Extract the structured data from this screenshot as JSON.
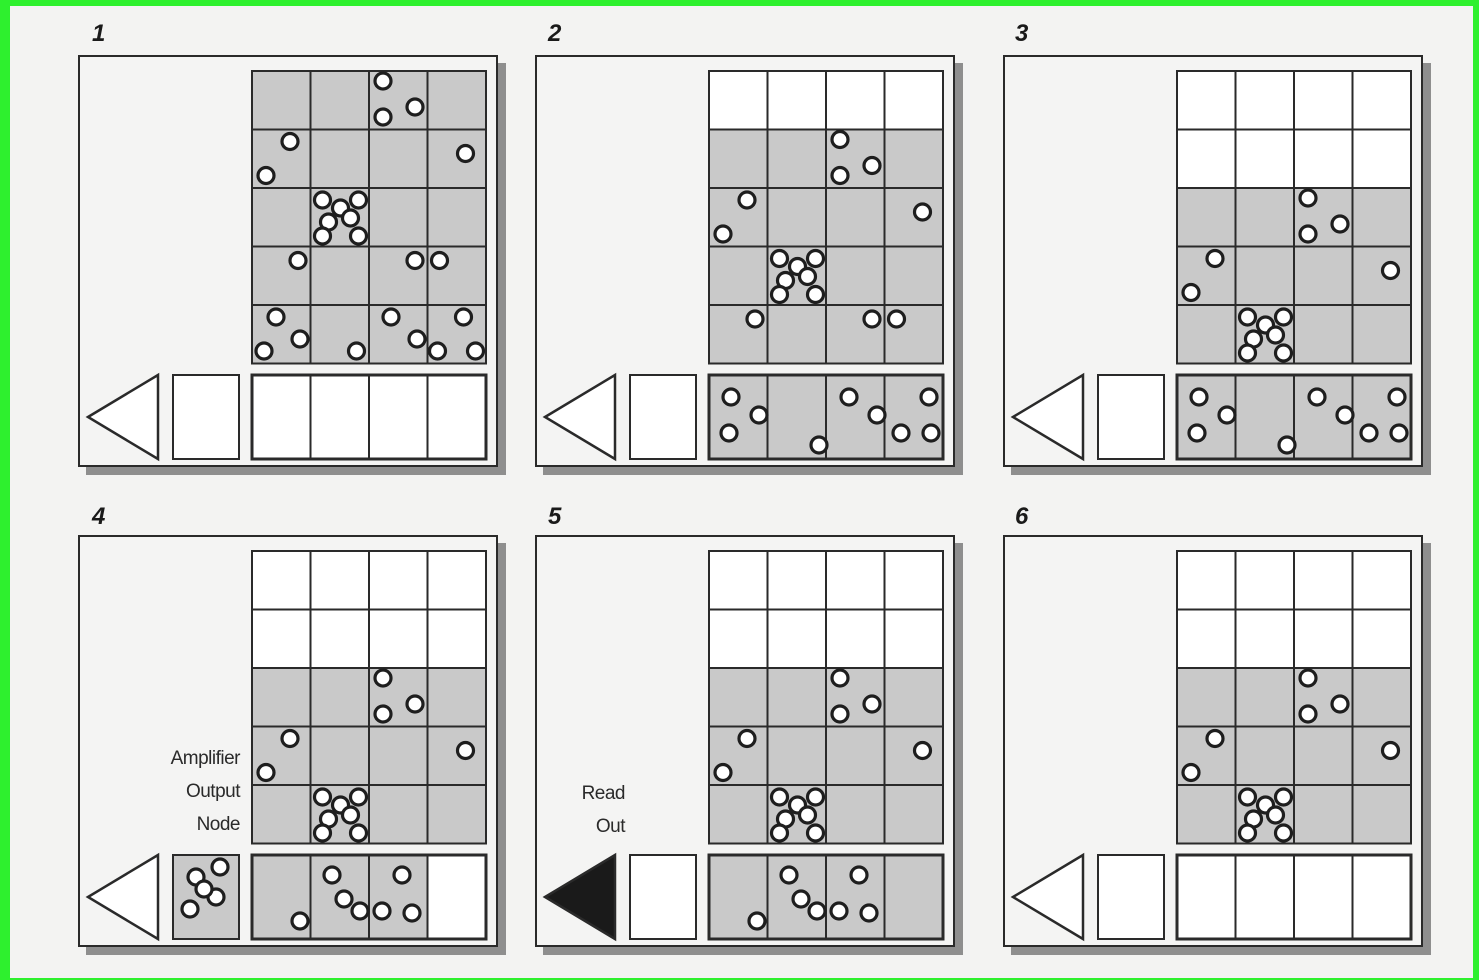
{
  "diagram": {
    "panels": [
      {
        "label": "1",
        "amp_filled": false,
        "shaded_rows": [
          0,
          1,
          2,
          3,
          4
        ],
        "output_node_charges": 0,
        "register_shaded": [
          false,
          false,
          false,
          false
        ]
      },
      {
        "label": "2",
        "amp_filled": false,
        "shaded_rows": [
          1,
          2,
          3,
          4
        ],
        "output_node_charges": 0,
        "register_shaded": [
          true,
          true,
          true,
          true
        ]
      },
      {
        "label": "3",
        "amp_filled": false,
        "shaded_rows": [
          2,
          3,
          4
        ],
        "output_node_charges": 0,
        "register_shaded": [
          true,
          true,
          true,
          true
        ]
      },
      {
        "label": "4",
        "amp_filled": false,
        "shaded_rows": [
          2,
          3,
          4
        ],
        "output_node_charges": 5,
        "register_shaded": [
          true,
          true,
          true,
          false
        ],
        "annotation": [
          "Amplifier",
          "Output",
          "Node"
        ]
      },
      {
        "label": "5",
        "amp_filled": true,
        "shaded_rows": [
          2,
          3,
          4
        ],
        "output_node_charges": 0,
        "register_shaded": [
          true,
          true,
          true,
          true
        ],
        "annotation": [
          "Read",
          "Out"
        ]
      },
      {
        "label": "6",
        "amp_filled": false,
        "shaded_rows": [
          2,
          3,
          4
        ],
        "output_node_charges": 0,
        "register_shaded": [
          false,
          false,
          false,
          false
        ]
      }
    ],
    "colors": {
      "frame": "#2ef02e",
      "panel_bg": "#f4f4f3",
      "shaded_pixel": "#c9c9c9",
      "grid_line": "#2a2a2a",
      "shadow": "#8e8e8e"
    },
    "icons": [
      "amplifier-triangle-icon",
      "charge-dot-icon"
    ]
  }
}
